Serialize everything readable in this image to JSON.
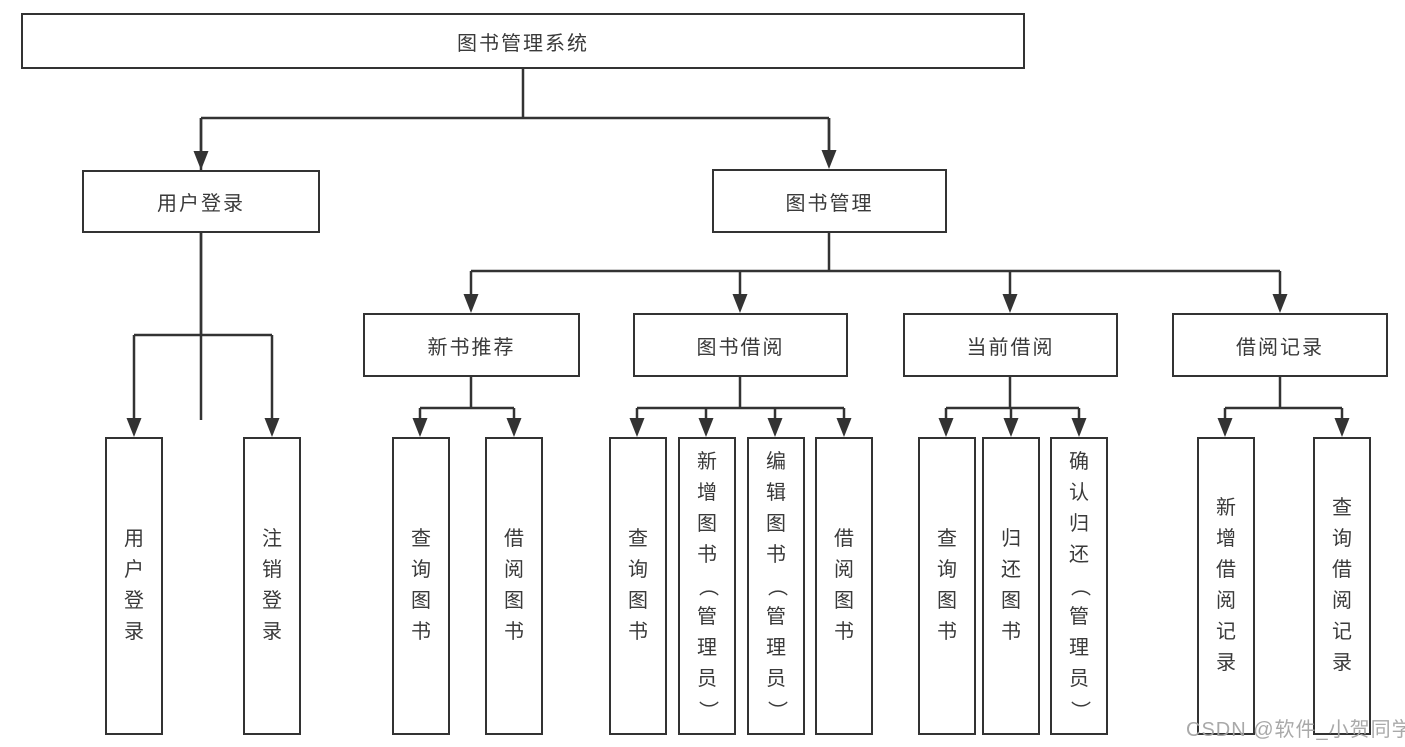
{
  "colors": {
    "line": "#333333",
    "box_border": "#333333",
    "text": "#3a3a3a",
    "background": "#ffffff",
    "watermark": "#a4a4a4"
  },
  "watermark": {
    "text": "CSDN @软件_小贺同学"
  },
  "diagram": {
    "type": "hierarchy-tree",
    "root": {
      "label": "图书管理系统",
      "children": [
        {
          "label": "用户登录",
          "children": [
            {
              "label": "用户登录"
            },
            {
              "label": "注销登录"
            }
          ]
        },
        {
          "label": "图书管理",
          "children": [
            {
              "label": "新书推荐",
              "children": [
                {
                  "label": "查询图书"
                },
                {
                  "label": "借阅图书"
                }
              ]
            },
            {
              "label": "图书借阅",
              "children": [
                {
                  "label": "查询图书"
                },
                {
                  "label": "新增图书（管理员）"
                },
                {
                  "label": "编辑图书（管理员）"
                },
                {
                  "label": "借阅图书"
                }
              ]
            },
            {
              "label": "当前借阅",
              "children": [
                {
                  "label": "查询图书"
                },
                {
                  "label": "归还图书"
                },
                {
                  "label": "确认归还（管理员）"
                }
              ]
            },
            {
              "label": "借阅记录",
              "children": [
                {
                  "label": "新增借阅记录"
                },
                {
                  "label": "查询借阅记录"
                }
              ]
            }
          ]
        }
      ]
    }
  }
}
